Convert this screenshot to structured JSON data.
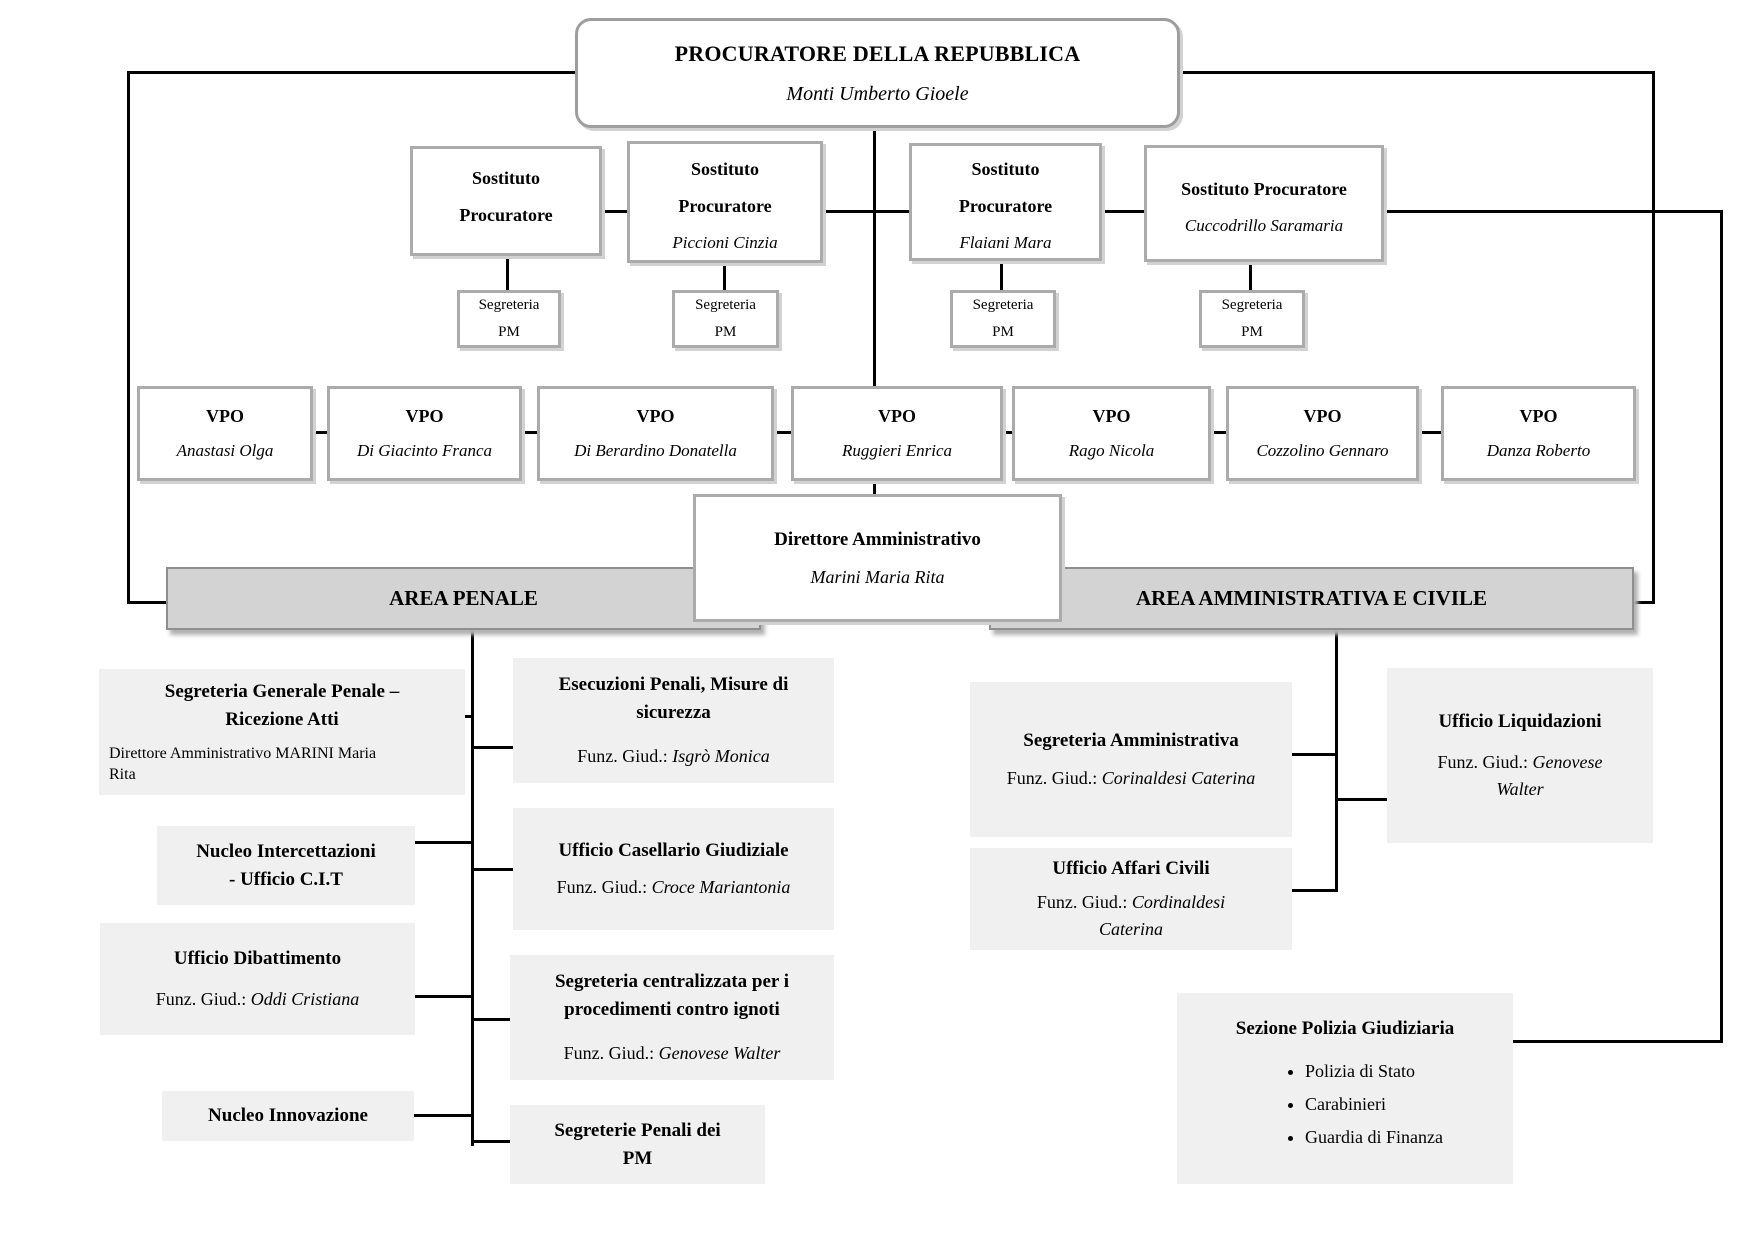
{
  "root": {
    "title": "PROCURATORE DELLA REPUBBLICA",
    "name": "Monti Umberto Gioele"
  },
  "sostituti": [
    {
      "title": "Sostituto\nProcuratore",
      "name": ""
    },
    {
      "title": "Sostituto\nProcuratore",
      "name": "Piccioni Cinzia"
    },
    {
      "title": "Sostituto\nProcuratore",
      "name": "Flaiani Mara"
    },
    {
      "title": "Sostituto Procuratore",
      "name": "Cuccodrillo Saramaria"
    }
  ],
  "segreteria_pm": {
    "label": "Segreteria\nPM"
  },
  "vpos": [
    {
      "title": "VPO",
      "name": "Anastasi Olga"
    },
    {
      "title": "VPO",
      "name": "Di Giacinto Franca"
    },
    {
      "title": "VPO",
      "name": "Di Berardino Donatella"
    },
    {
      "title": "VPO",
      "name": "Ruggieri Enrica"
    },
    {
      "title": "VPO",
      "name": "Rago Nicola"
    },
    {
      "title": "VPO",
      "name": "Cozzolino Gennaro"
    },
    {
      "title": "VPO",
      "name": "Danza Roberto"
    }
  ],
  "direttore": {
    "title": "Direttore Amministrativo",
    "name": "Marini Maria Rita"
  },
  "area_penale": {
    "title": "AREA PENALE",
    "left": [
      {
        "title": "Segreteria Generale Penale –\nRicezione Atti",
        "detail": "Direttore Amministrativo MARINI Maria Rita"
      },
      {
        "title": "Nucleo Intercettazioni\n- Ufficio C.I.T"
      },
      {
        "title": "Ufficio Dibattimento",
        "funz_label": "Funz. Giud.:",
        "funz_name": "Oddi Cristiana"
      },
      {
        "title": "Nucleo Innovazione"
      }
    ],
    "right": [
      {
        "title": "Esecuzioni Penali, Misure di\nsicurezza",
        "funz_label": "Funz. Giud.:",
        "funz_name": "Isgrò Monica"
      },
      {
        "title": "Ufficio Casellario Giudiziale",
        "funz_label": "Funz. Giud.:",
        "funz_name": "Croce Mariantonia"
      },
      {
        "title": "Segreteria centralizzata per i\nprocedimenti contro ignoti",
        "funz_label": "Funz. Giud.:",
        "funz_name": "Genovese Walter"
      },
      {
        "title": "Segreterie Penali dei\nPM"
      }
    ]
  },
  "area_amministrativa": {
    "title": "AREA AMMINISTRATIVA E CIVILE",
    "boxes": [
      {
        "title": "Segreteria Amministrativa",
        "funz_label": "Funz. Giud.:",
        "funz_name": "Corinaldesi Caterina"
      },
      {
        "title": "Ufficio Affari Civili",
        "funz_label": "Funz. Giud.:",
        "funz_name": "Cordinaldesi Caterina"
      },
      {
        "title": "Ufficio Liquidazioni",
        "funz_label": "Funz. Giud.:",
        "funz_name": "Genovese Walter"
      },
      {
        "title": "Sezione Polizia Giudiziaria",
        "bullets": [
          "Polizia di Stato",
          "Carabinieri",
          "Guardia di Finanza"
        ]
      }
    ]
  }
}
